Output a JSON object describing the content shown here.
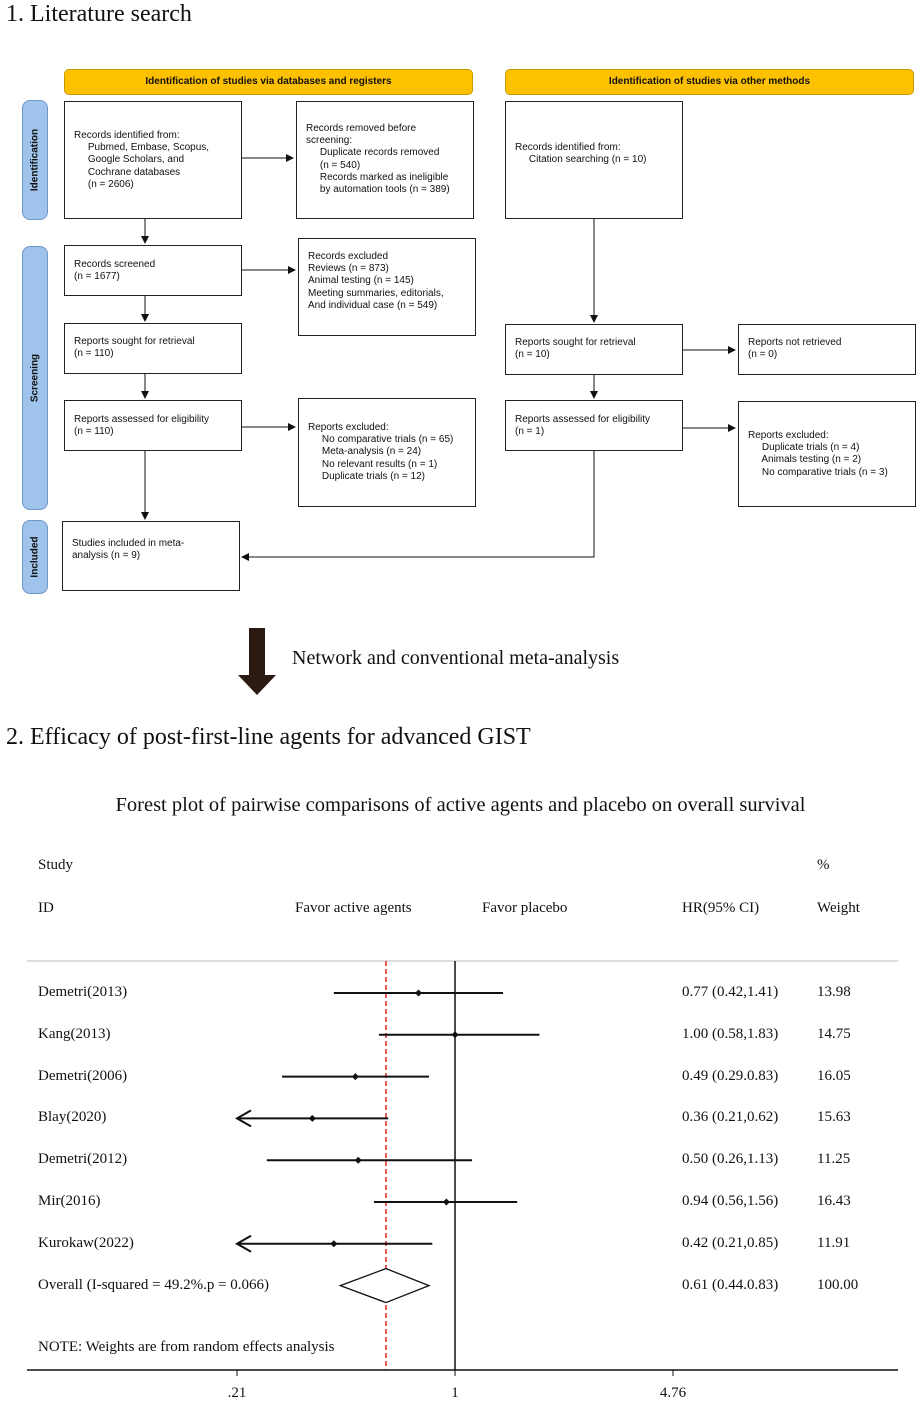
{
  "section1": {
    "title": "1. Literature search"
  },
  "prisma": {
    "headers": {
      "databases": "Identification of studies via databases and registers",
      "other": "Identification of studies via other methods"
    },
    "phases": {
      "identification": "Identification",
      "screening": "Screening",
      "included": "Included"
    },
    "boxes": {
      "records_identified": [
        "Records identified from:",
        "     Pubmed, Embase, Scopus,",
        "     Google Scholars, and",
        "     Cochrane databases",
        "     (n = 2606)"
      ],
      "records_removed": [
        "Records removed before",
        "screening:",
        "     Duplicate records removed",
        "     (n = 540)",
        "     Records marked as ineligible",
        "     by automation tools (n = 389)"
      ],
      "records_screened": [
        "Records screened",
        "(n = 1677)"
      ],
      "records_excluded": [
        "Records excluded",
        "Reviews (n = 873)",
        "Animal testing (n = 145)",
        "Meeting summaries, editorials,",
        "And individual case (n = 549)"
      ],
      "reports_sought": [
        "Reports sought for retrieval",
        "(n = 110)"
      ],
      "reports_assessed": [
        "Reports assessed for eligibility",
        "(n = 110)"
      ],
      "reports_excluded": [
        "Reports excluded:",
        "     No comparative trials (n = 65)",
        "     Meta-analysis (n = 24)",
        "     No relevant results (n = 1)",
        "     Duplicate trials (n = 12)"
      ],
      "studies_included": [
        "Studies included in meta-",
        "analysis (n = 9)"
      ],
      "other_identified": [
        "Records identified from:",
        "     Citation searching (n = 10)"
      ],
      "other_sought": [
        "Reports sought for retrieval",
        "(n = 10)"
      ],
      "other_not_retrieved": [
        "Reports not retrieved",
        "(n = 0)"
      ],
      "other_assessed": [
        "Reports assessed for eligibility",
        "(n = 1)"
      ],
      "other_excluded": [
        "Reports excluded:",
        "     Duplicate trials (n = 4)",
        "     Animals testing (n = 2)",
        "     No comparative trials (n = 3)"
      ]
    }
  },
  "transition": {
    "label": "Network and conventional meta-analysis"
  },
  "section2": {
    "title": "2. Efficacy of post-first-line agents for advanced GIST"
  },
  "forest": {
    "title": "Forest plot of pairwise comparisons of active agents and placebo on overall survival",
    "col_study": "Study",
    "col_id": "ID",
    "col_pct": "%",
    "col_weight": "Weight",
    "col_hr": "HR(95% CI)",
    "favor_left": "Favor active agents",
    "favor_right": "Favor placebo",
    "note": "NOTE: Weights are from random effects analysis"
  },
  "chart_data": {
    "type": "forest",
    "scale": "log",
    "xlim": [
      0.21,
      4.76
    ],
    "xticks": [
      ".21",
      "1",
      "4.76"
    ],
    "null_line": 1,
    "overall_line": 0.61,
    "studies": [
      {
        "id": "Demetri(2013)",
        "hr": 0.77,
        "lo": 0.42,
        "hi": 1.41,
        "ci": "0.77 (0.42,1.41)",
        "weight": "13.98"
      },
      {
        "id": "Kang(2013)",
        "hr": 1.0,
        "lo": 0.58,
        "hi": 1.83,
        "ci": "1.00 (0.58,1.83)",
        "weight": "14.75"
      },
      {
        "id": "Demetri(2006)",
        "hr": 0.49,
        "lo": 0.29,
        "hi": 0.83,
        "ci": "0.49 (0.29.0.83)",
        "weight": "16.05"
      },
      {
        "id": "Blay(2020)",
        "hr": 0.36,
        "lo": 0.21,
        "hi": 0.62,
        "ci": "0.36 (0.21,0.62)",
        "weight": "15.63"
      },
      {
        "id": "Demetri(2012)",
        "hr": 0.5,
        "lo": 0.26,
        "hi": 1.13,
        "ci": "0.50 (0.26,1.13)",
        "weight": "11.25"
      },
      {
        "id": "Mir(2016)",
        "hr": 0.94,
        "lo": 0.56,
        "hi": 1.56,
        "ci": "0.94 (0.56,1.56)",
        "weight": "16.43"
      },
      {
        "id": "Kurokaw(2022)",
        "hr": 0.42,
        "lo": 0.21,
        "hi": 0.85,
        "ci": "0.42 (0.21,0.85)",
        "weight": "11.91"
      }
    ],
    "overall": {
      "label": "Overall (I-squared = 49.2%.p = 0.066)",
      "hr": 0.61,
      "lo": 0.44,
      "hi": 0.83,
      "ci": "0.61 (0.44.0.83)",
      "weight": "100.00"
    }
  }
}
